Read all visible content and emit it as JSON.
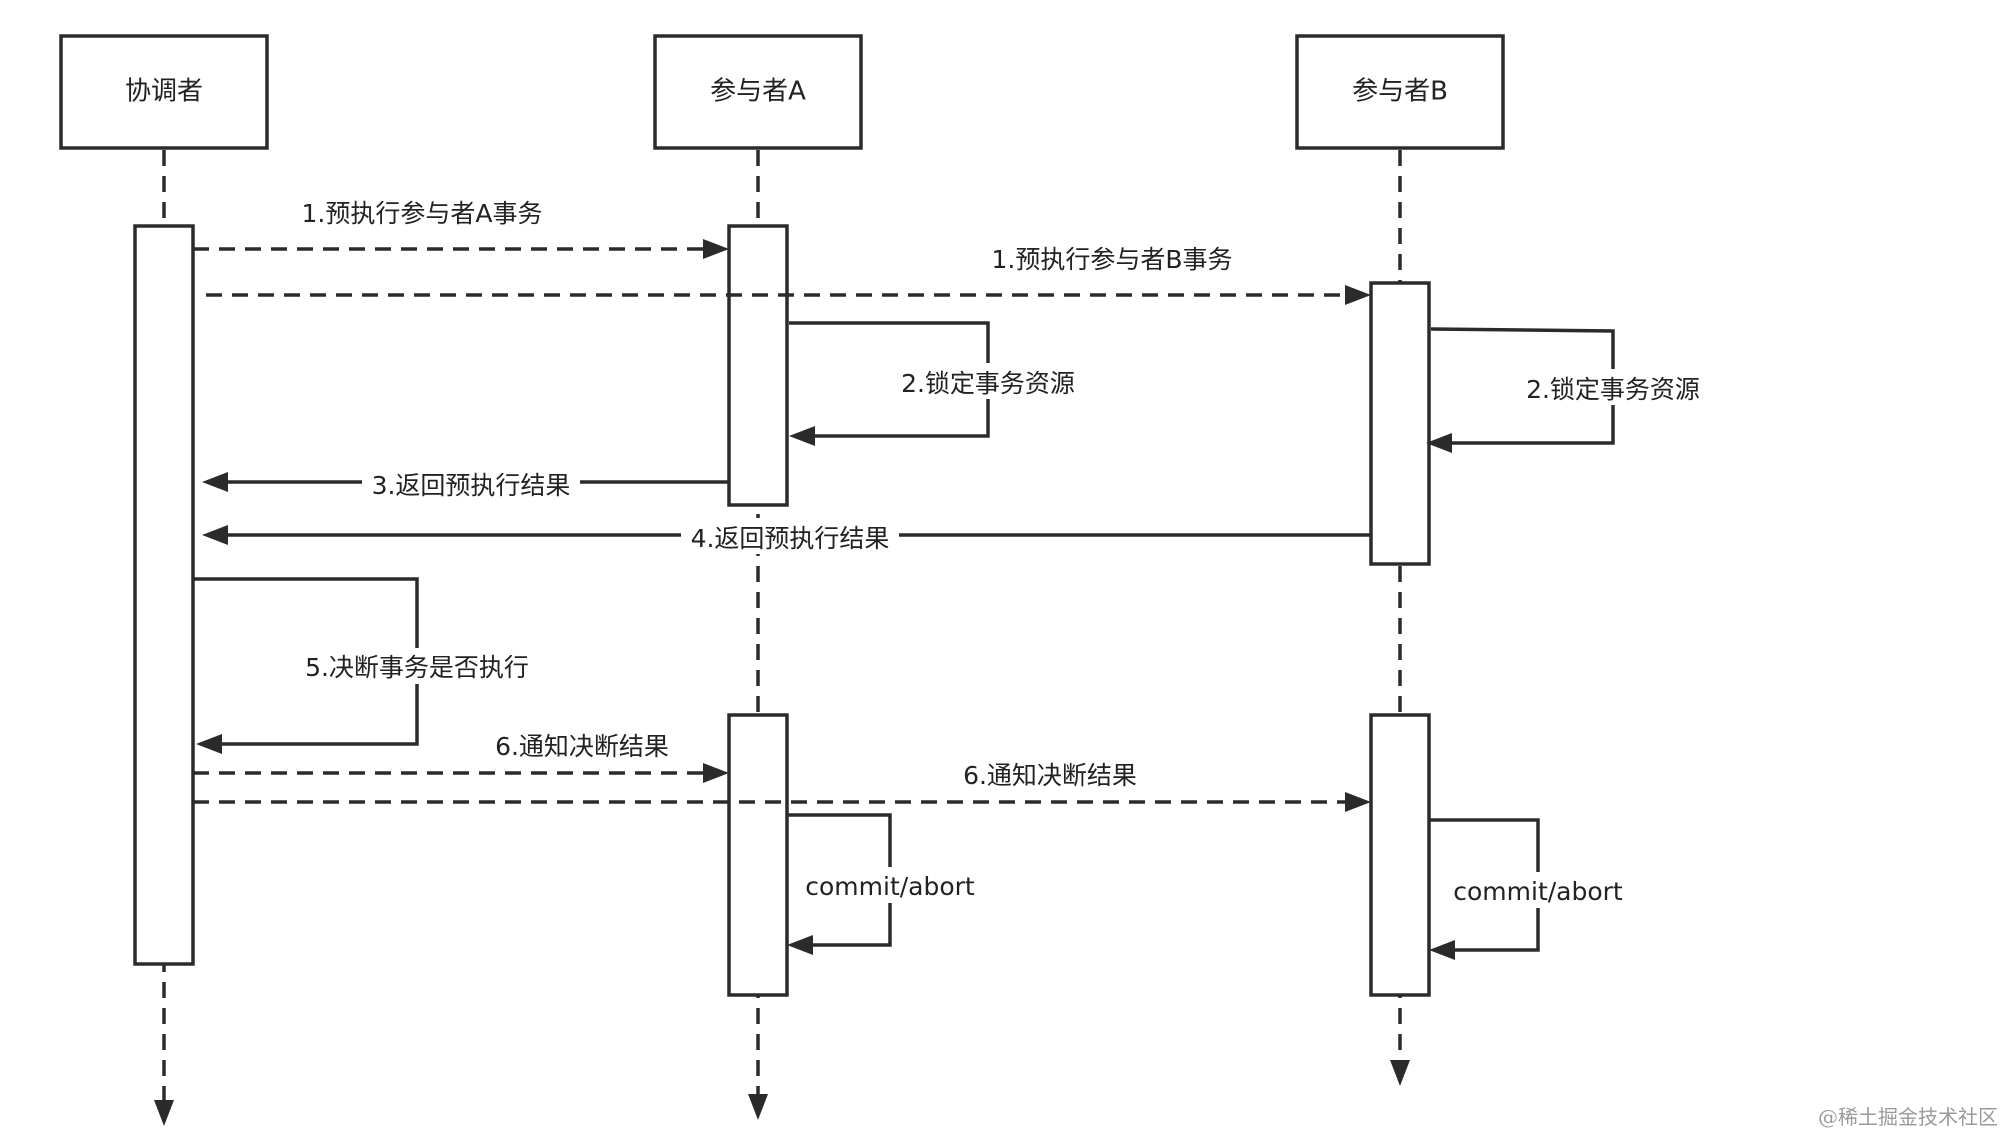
{
  "participants": [
    {
      "id": "coordinator",
      "label": "协调者"
    },
    {
      "id": "participant_a",
      "label": "参与者A"
    },
    {
      "id": "participant_b",
      "label": "参与者B"
    }
  ],
  "messages": [
    {
      "id": "m1a",
      "from": "coordinator",
      "to": "participant_a",
      "label": "1.预执行参与者A事务",
      "style": "dashed"
    },
    {
      "id": "m1b",
      "from": "coordinator",
      "to": "participant_b",
      "label": "1.预执行参与者B事务",
      "style": "dashed"
    },
    {
      "id": "m2a",
      "from": "participant_a",
      "to": "participant_a",
      "label": "2.锁定事务资源",
      "style": "self"
    },
    {
      "id": "m2b",
      "from": "participant_b",
      "to": "participant_b",
      "label": "2.锁定事务资源",
      "style": "self"
    },
    {
      "id": "m3",
      "from": "participant_a",
      "to": "coordinator",
      "label": "3.返回预执行结果",
      "style": "solid"
    },
    {
      "id": "m4",
      "from": "participant_b",
      "to": "coordinator",
      "label": "4.返回预执行结果",
      "style": "solid"
    },
    {
      "id": "m5",
      "from": "coordinator",
      "to": "coordinator",
      "label": "5.决断事务是否执行",
      "style": "self"
    },
    {
      "id": "m6a",
      "from": "coordinator",
      "to": "participant_a",
      "label": "6.通知决断结果",
      "style": "dashed"
    },
    {
      "id": "m6b",
      "from": "coordinator",
      "to": "participant_b",
      "label": "6.通知决断结果",
      "style": "dashed"
    },
    {
      "id": "m7a",
      "from": "participant_a",
      "to": "participant_a",
      "label": "commit/abort",
      "style": "self"
    },
    {
      "id": "m7b",
      "from": "participant_b",
      "to": "participant_b",
      "label": "commit/abort",
      "style": "self"
    }
  ],
  "watermark": "@稀土掘金技术社区",
  "colors": {
    "stroke": "#2b2b2b",
    "text": "#222222",
    "background": "#ffffff",
    "watermark": "#9a9a9a"
  }
}
